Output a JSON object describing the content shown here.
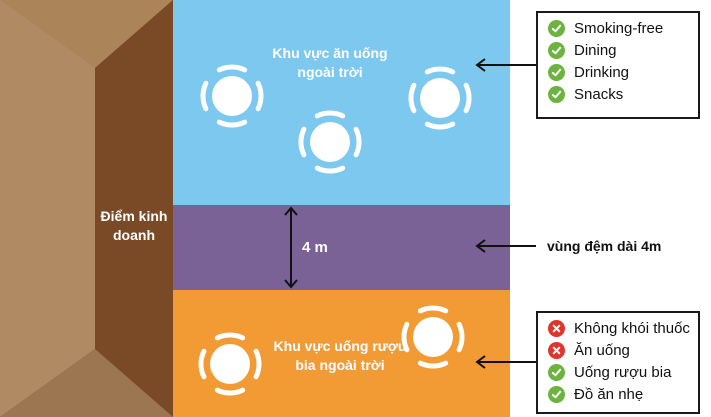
{
  "colors": {
    "outdoor_dining": "#7cc8ee",
    "buffer": "#7a6196",
    "outdoor_drinking": "#f29b35",
    "building_light": "#b08a62",
    "building_dark": "#7a4a26",
    "check": "#6cb33f",
    "cross": "#e0352b"
  },
  "building": {
    "label": "Điểm kinh doanh"
  },
  "dining_zone": {
    "label_line1": "Khu vực ăn uống",
    "label_line2": "ngoài trời"
  },
  "buffer_zone": {
    "distance_label": "4 m",
    "callout": "vùng đệm dài 4m"
  },
  "drinking_zone": {
    "label_line1": "Khu vực uống rượu",
    "label_line2": "bia ngoài trời"
  },
  "dining_legend": [
    {
      "label": "Smoking-free",
      "icon": "check-icon"
    },
    {
      "label": "Dining",
      "icon": "check-icon"
    },
    {
      "label": "Drinking",
      "icon": "check-icon"
    },
    {
      "label": "Snacks",
      "icon": "check-icon"
    }
  ],
  "drinking_legend": [
    {
      "label": "Không khói thuốc",
      "icon": "cross-icon"
    },
    {
      "label": "Ăn uống",
      "icon": "cross-icon"
    },
    {
      "label": "Uống rượu bia",
      "icon": "check-icon"
    },
    {
      "label": "Đồ ăn nhẹ",
      "icon": "check-icon"
    }
  ]
}
